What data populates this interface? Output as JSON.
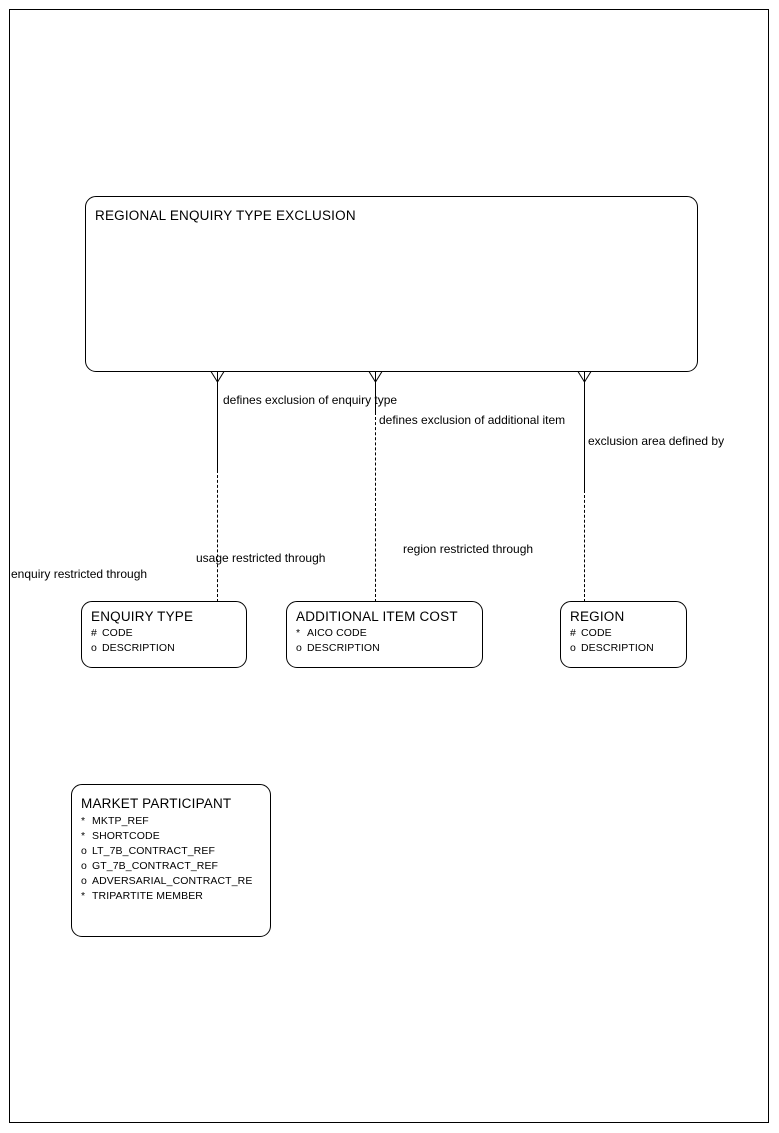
{
  "diagram": {
    "type": "entity-relationship-diagram",
    "page_border": true,
    "background_color": "#ffffff",
    "line_color": "#000000"
  },
  "entities": [
    {
      "id": "regional-enquiry-type-exclusion",
      "name": "REGIONAL ENQUIRY TYPE EXCLUSION",
      "attributes": []
    },
    {
      "id": "enquiry-type",
      "name": "ENQUIRY TYPE",
      "attributes": [
        {
          "mark": "#",
          "label": "CODE"
        },
        {
          "mark": "o",
          "label": "DESCRIPTION"
        }
      ]
    },
    {
      "id": "additional-item-cost",
      "name": "ADDITIONAL ITEM COST",
      "attributes": [
        {
          "mark": "*",
          "label": "AICO CODE"
        },
        {
          "mark": "o",
          "label": "DESCRIPTION"
        }
      ]
    },
    {
      "id": "region",
      "name": "REGION",
      "attributes": [
        {
          "mark": "#",
          "label": "CODE"
        },
        {
          "mark": "o",
          "label": "DESCRIPTION"
        }
      ]
    },
    {
      "id": "market-participant",
      "name": "MARKET PARTICIPANT",
      "attributes": [
        {
          "mark": "*",
          "label": "MKTP_REF"
        },
        {
          "mark": "*",
          "label": "SHORTCODE"
        },
        {
          "mark": "o",
          "label": "LT_7B_CONTRACT_REF"
        },
        {
          "mark": "o",
          "label": "GT_7B_CONTRACT_REF"
        },
        {
          "mark": "o",
          "label": "ADVERSARIAL_CONTRACT_RE"
        },
        {
          "mark": "*",
          "label": "TRIPARTITE MEMBER"
        }
      ]
    }
  ],
  "relationships": [
    {
      "id": "rel-enquiry-type-top",
      "label": "defines exclusion of enquiry type"
    },
    {
      "id": "rel-additional-item-top",
      "label": "defines exclusion of additional item"
    },
    {
      "id": "rel-region-top",
      "label": "exclusion area defined by"
    },
    {
      "id": "rel-enquiry-restricted",
      "label": "enquiry restricted through"
    },
    {
      "id": "rel-usage-restricted",
      "label": "usage restricted through"
    },
    {
      "id": "rel-region-restricted",
      "label": "region restricted through"
    }
  ]
}
